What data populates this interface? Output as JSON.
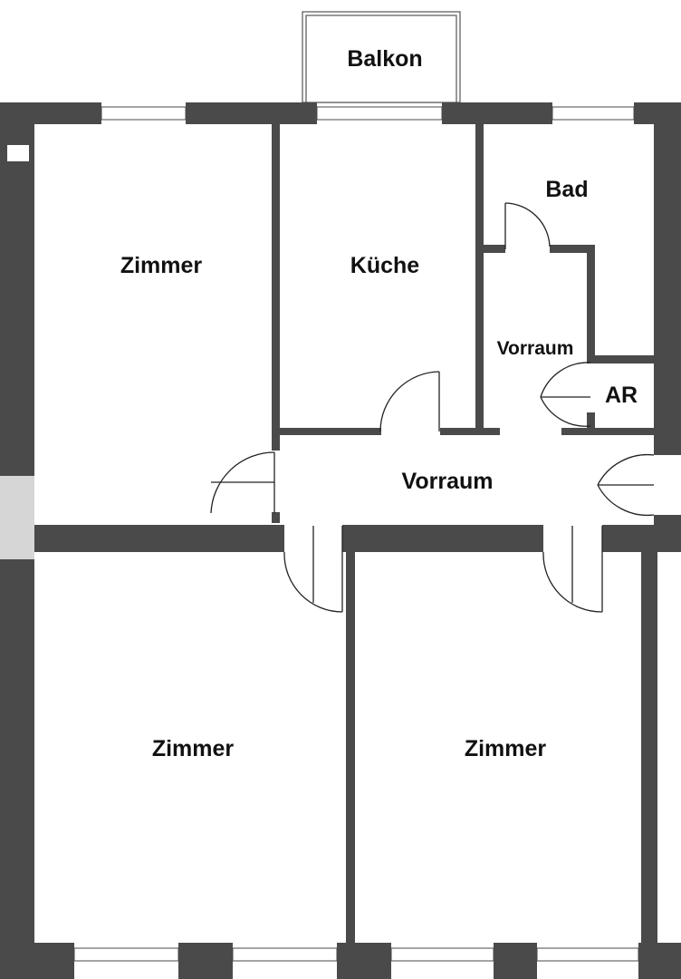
{
  "rooms": {
    "balkon": "Balkon",
    "zimmer_top_left": "Zimmer",
    "kueche": "Küche",
    "bad": "Bad",
    "vorraum_small": "Vorraum",
    "ar": "AR",
    "vorraum_main": "Vorraum",
    "zimmer_bottom_left": "Zimmer",
    "zimmer_bottom_right": "Zimmer"
  },
  "colors": {
    "wall": "#4a4a4a",
    "floor": "#ffffff",
    "label": "#111111"
  }
}
